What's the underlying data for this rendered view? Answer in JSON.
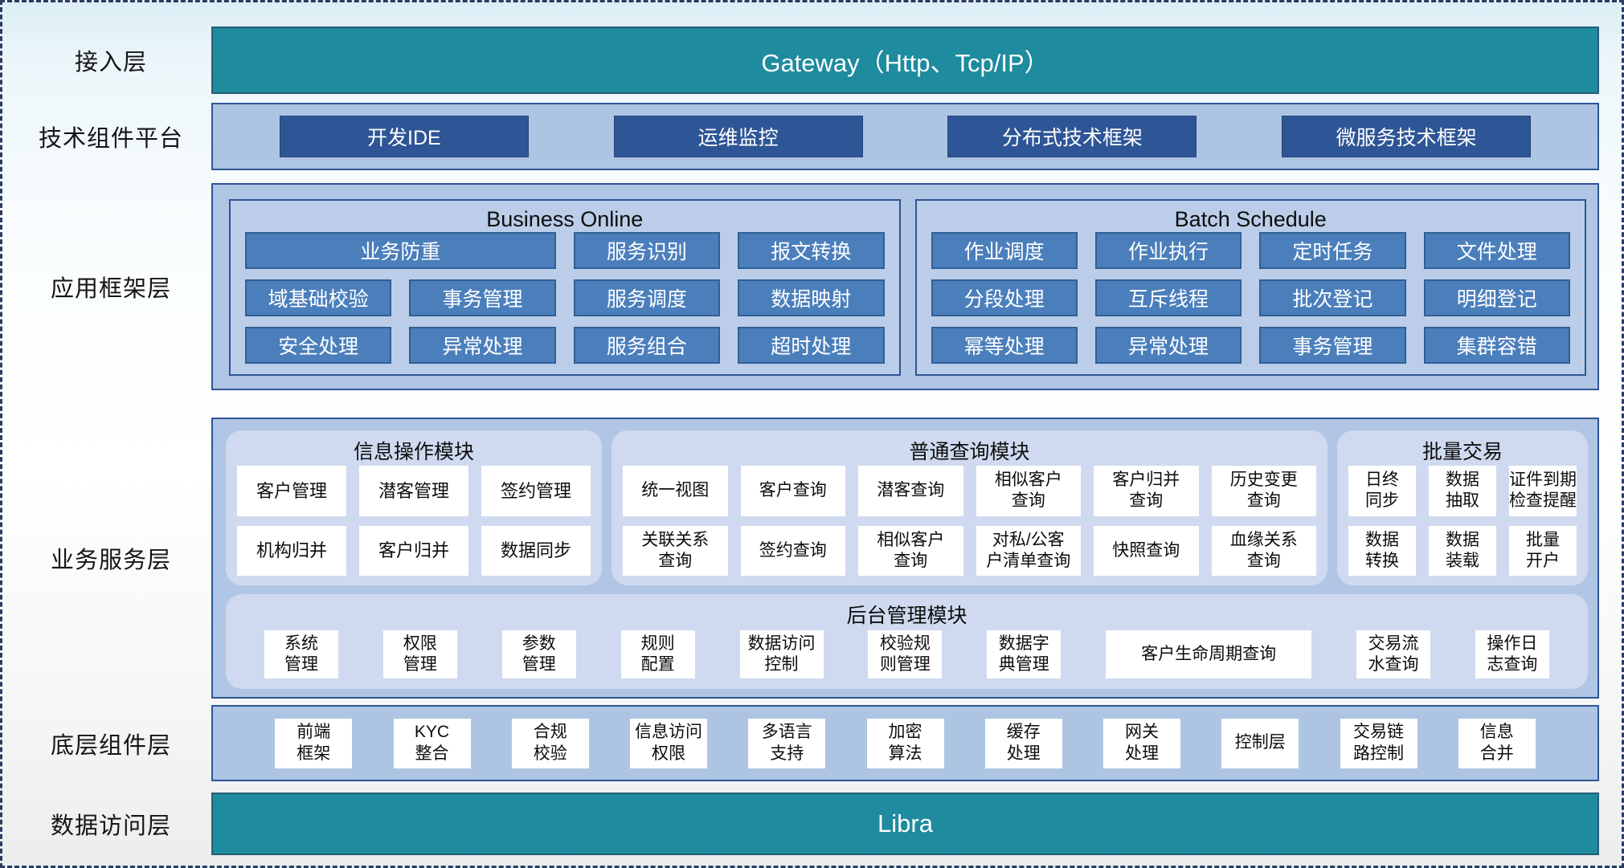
{
  "colors": {
    "teal": "#1e8b9f",
    "dark_blue": "#2e5596",
    "steel_blue": "#4b7fbc",
    "panel_blue": "#b1c5e4",
    "module_lavender": "#cfdaf0"
  },
  "layers": {
    "access": {
      "label": "接入层",
      "bar": "Gateway（Http、Tcp/IP）"
    },
    "tech_platform": {
      "label": "技术组件平台",
      "items": [
        "开发IDE",
        "运维监控",
        "分布式技术框架",
        "微服务技术框架"
      ]
    },
    "app_framework": {
      "label": "应用框架层",
      "business_online": {
        "title": "Business Online",
        "row1_wide": "业务防重",
        "row1": [
          "服务识别",
          "报文转换"
        ],
        "row2": [
          "域基础校验",
          "事务管理",
          "服务调度",
          "数据映射"
        ],
        "row3": [
          "安全处理",
          "异常处理",
          "服务组合",
          "超时处理"
        ]
      },
      "batch_schedule": {
        "title": "Batch Schedule",
        "row1": [
          "作业调度",
          "作业执行",
          "定时任务",
          "文件处理"
        ],
        "row2": [
          "分段处理",
          "互斥线程",
          "批次登记",
          "明细登记"
        ],
        "row3": [
          "幂等处理",
          "异常处理",
          "事务管理",
          "集群容错"
        ]
      }
    },
    "business_service": {
      "label": "业务服务层",
      "info_module": {
        "title": "信息操作模块",
        "row1": [
          "客户管理",
          "潜客管理",
          "签约管理"
        ],
        "row2": [
          "机构归并",
          "客户归并",
          "数据同步"
        ]
      },
      "query_module": {
        "title": "普通查询模块",
        "row1": [
          "统一视图",
          "客户查询",
          "潜客查询",
          "相似客户\n查询",
          "客户归并\n查询",
          "历史变更\n查询"
        ],
        "row2": [
          "关联关系\n查询",
          "签约查询",
          "相似客户\n查询",
          "对私/公客\n户清单查询",
          "快照查询",
          "血缘关系\n查询"
        ]
      },
      "batch_module": {
        "title": "批量交易",
        "row1": [
          "日终\n同步",
          "数据\n抽取",
          "证件到期\n检查提醒"
        ],
        "row2": [
          "数据\n转换",
          "数据\n装载",
          "批量\n开户"
        ]
      },
      "admin_module": {
        "title": "后台管理模块",
        "items": [
          "系统\n管理",
          "权限\n管理",
          "参数\n管理",
          "规则\n配置",
          "数据访问\n控制",
          "校验规\n则管理",
          "数据字\n典管理",
          "客户生命周期查询",
          "交易流\n水查询",
          "操作日\n志查询"
        ]
      }
    },
    "base_component": {
      "label": "底层组件层",
      "items": [
        "前端\n框架",
        "KYC\n整合",
        "合规\n校验",
        "信息访问\n权限",
        "多语言\n支持",
        "加密\n算法",
        "缓存\n处理",
        "网关\n处理",
        "控制层",
        "交易链\n路控制",
        "信息\n合并"
      ]
    },
    "data_access": {
      "label": "数据访问层",
      "bar": "Libra"
    }
  }
}
